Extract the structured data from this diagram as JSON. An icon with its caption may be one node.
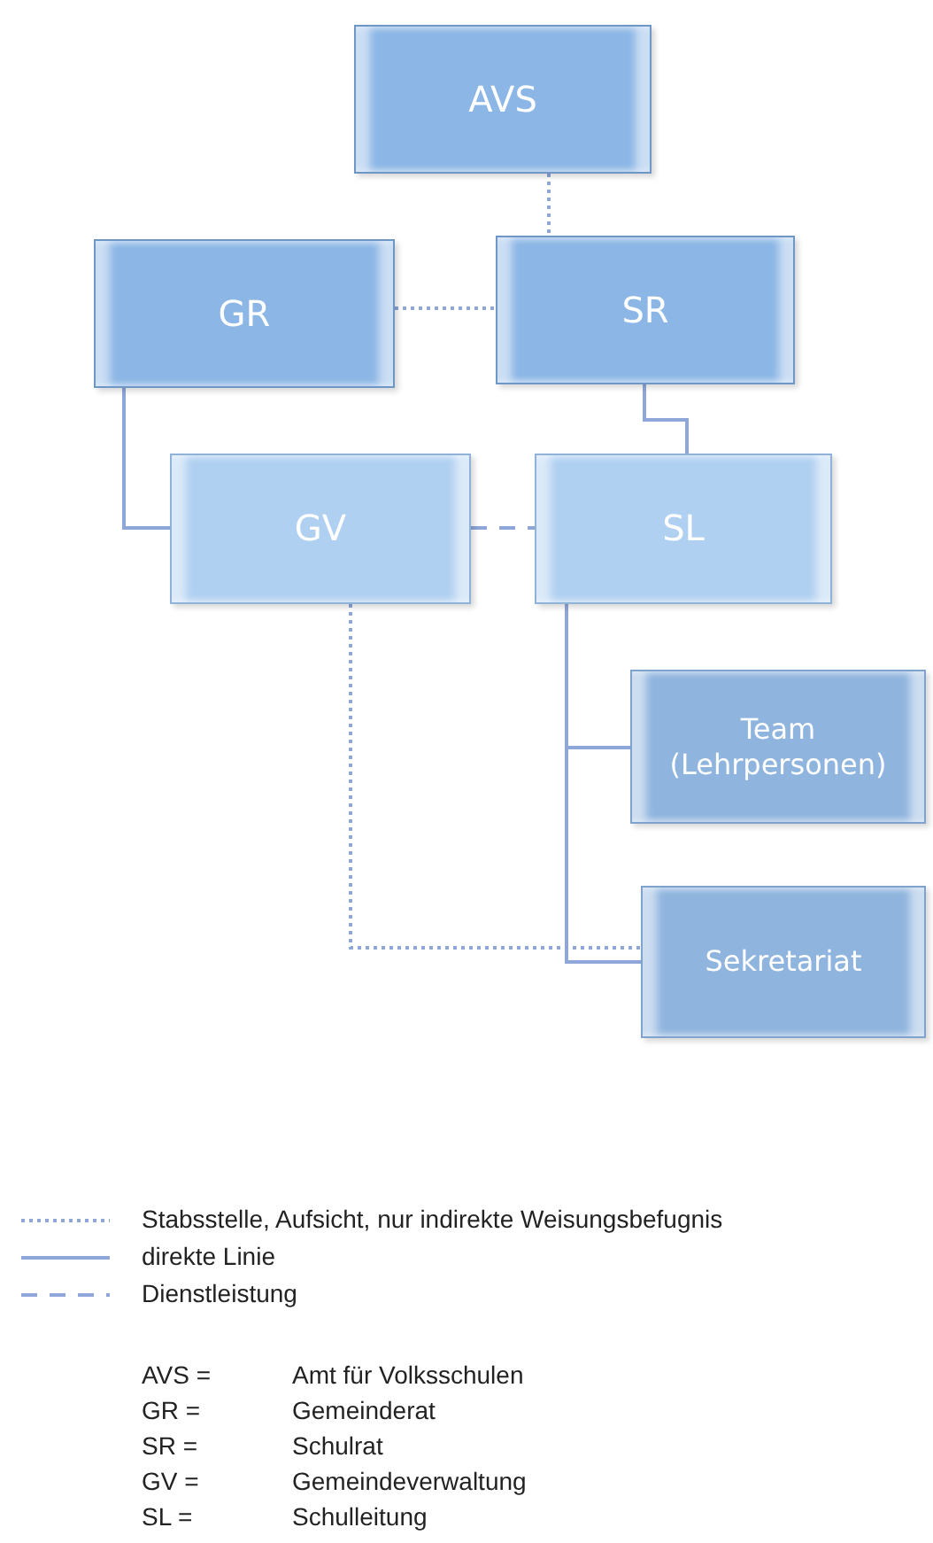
{
  "diagram": {
    "nodes": [
      {
        "text": [
          "AVS"
        ]
      },
      {
        "text": [
          "GR"
        ]
      },
      {
        "text": [
          "SR"
        ]
      },
      {
        "text": [
          "GV"
        ]
      },
      {
        "text": [
          "SL"
        ]
      },
      {
        "text": [
          "Team (Lehrpersonen)"
        ]
      },
      {
        "text": [
          "Sekretariat"
        ]
      }
    ],
    "edges": [
      {
        "from": 0,
        "to": 2,
        "arrow": "none",
        "style": "dashed"
      },
      {
        "from": 1,
        "to": 2,
        "arrow": "none",
        "style": "dashed"
      },
      {
        "from": 2,
        "to": 4,
        "arrow": "none"
      },
      {
        "from": 1,
        "to": 3,
        "arrow": "none"
      },
      {
        "from": 3,
        "to": 4,
        "arrow": "none",
        "style": "dashed"
      },
      {
        "from": 4,
        "to": 5,
        "arrow": "none"
      },
      {
        "from": 4,
        "to": 6,
        "arrow": "none"
      },
      {
        "from": 3,
        "to": 6,
        "arrow": "none",
        "style": "dashed"
      }
    ],
    "labels": [
      "AVS =",
      "Amt für Volksschulen",
      "GR =",
      "Gemeinderat",
      "SR =",
      "Schulrat",
      "GV =",
      "Gemeindeverwaltung",
      "SL =",
      "Schulleitung"
    ],
    "legend": [
      {
        "text": "Stabsstelle, Aufsicht, nur indirekte Weisungsbefugnis"
      },
      {
        "text": "direkte Linie"
      },
      {
        "text": "Dienstleistung"
      }
    ]
  }
}
